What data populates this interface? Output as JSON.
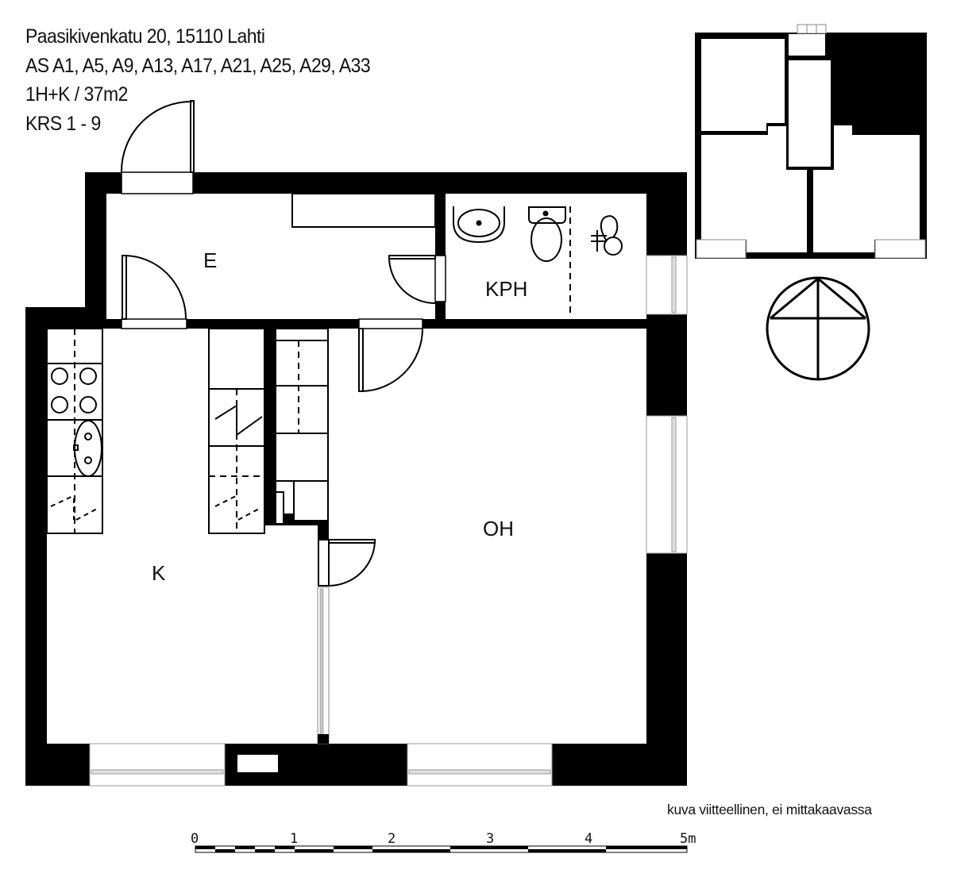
{
  "header": {
    "address": "Paasikivenkatu 20, 15110 Lahti",
    "apartments": "AS A1, A5, A9, A13, A17, A21, A25, A29, A33",
    "type_and_area": "1H+K / 37m2",
    "floors": "KRS 1 - 9"
  },
  "rooms": {
    "entrance": "E",
    "bathroom": "KPH",
    "kitchen": "K",
    "living_room": "OH"
  },
  "note": "kuva viitteellinen, ei mittakaavassa",
  "scale_bar": {
    "labels": [
      "0",
      "1",
      "2",
      "3",
      "4",
      "5m"
    ],
    "unit": "m"
  },
  "icons": {
    "compass": "north-arrow-icon",
    "key_plan": "building-key-plan",
    "sink": "washbasin-icon",
    "toilet": "toilet-icon",
    "shower": "shower-icon",
    "stove": "stove-icon"
  },
  "colors": {
    "wall": "#000000",
    "background": "#ffffff",
    "window_frame": "#9a9a9a"
  }
}
